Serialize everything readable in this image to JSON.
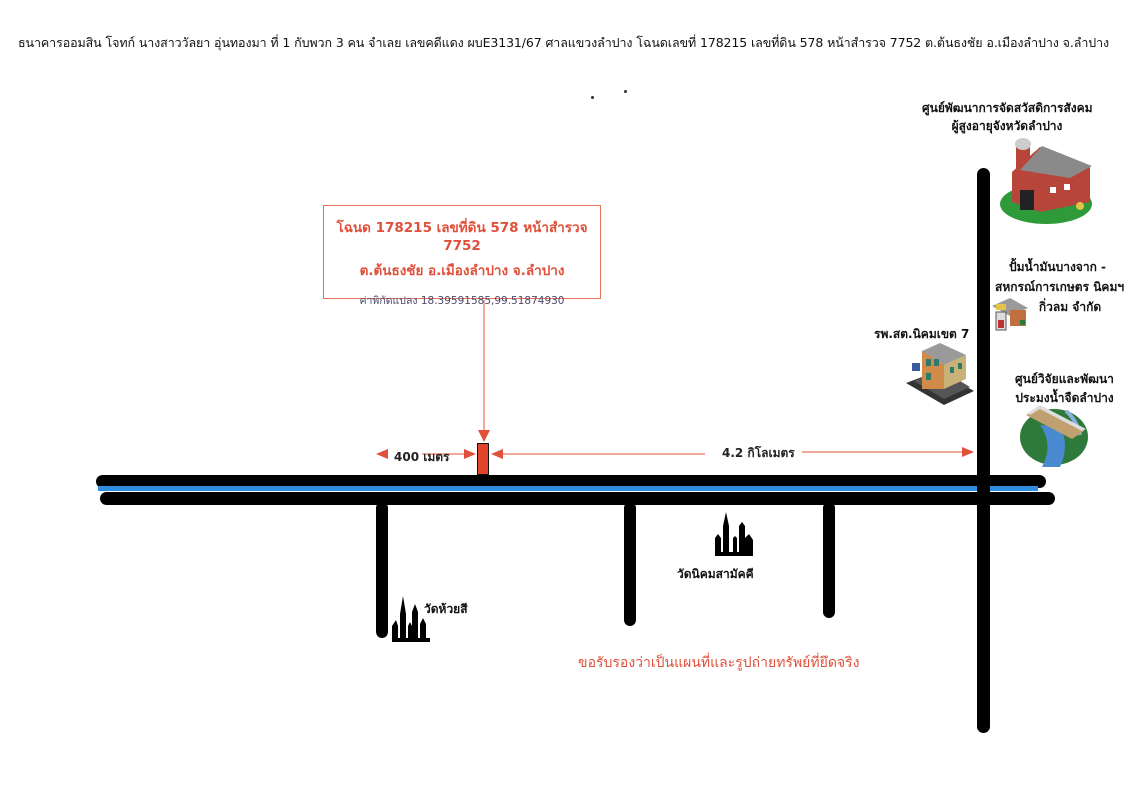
{
  "header": {
    "text": "ธนาคารออมสิน โจทก์ นางสาววัลยา อุ่นทองมา ที่ 1 กับพวก 3 คน จำเลย เลขคดีแดง ผบE3131/67 ศาลแขวงลำปาง โฉนดเลขที่ 178215 เลขที่ดิน 578 หน้าสำรวจ 7752 ต.ต้นธงชัย อ.เมืองลำปาง จ.ลำปาง"
  },
  "info_box": {
    "line1": "โฉนด 178215  เลขที่ดิน 578 หน้าสำรวจ 7752",
    "line2": "ต.ต้นธงชัย  อ.เมืองลำปาง จ.ลำปาง",
    "coord_label": "ค่าพิกัดแปลง",
    "coords": "18.39591585,99.51874930"
  },
  "distances": {
    "left": "400 เมตร",
    "right": "4.2 กิโลเมตร"
  },
  "landmarks": {
    "elderly_center": {
      "line1": "ศูนย์พัฒนาการจัดสวัสดิการสังคม",
      "line2": "ผู้สูงอายุจังหวัดลำปาง",
      "icon": "barn-icon"
    },
    "gas_station": {
      "line1": "ปั้มน้ำมันบางจาก -",
      "line2": "สหกรณ์การเกษตร นิคมฯ",
      "line3": "กิ่วลม จำกัด",
      "icon": "gas-station-icon"
    },
    "health_center": {
      "label": "รพ.สต.นิคมเขต 7",
      "icon": "hospital-building-icon"
    },
    "fishery_center": {
      "line1": "ศูนย์วิจัยและพัฒนา",
      "line2": "ประมงน้ำจืดลำปาง",
      "icon": "river-bridge-icon"
    },
    "wat_huai_si": {
      "label": "วัดห้วยสี",
      "icon": "temple-icon"
    },
    "wat_nikhom": {
      "label": "วัดนิคมสามัคคี",
      "icon": "temple-icon"
    }
  },
  "certify_text": "ขอรับรองว่าเป็นแผนที่และรูปถ่ายทรัพย์ที่ยึดจริง",
  "colors": {
    "accent_red": "#e0503a",
    "road": "#000000",
    "river": "#2f8de0",
    "marker": "#e0452a"
  }
}
